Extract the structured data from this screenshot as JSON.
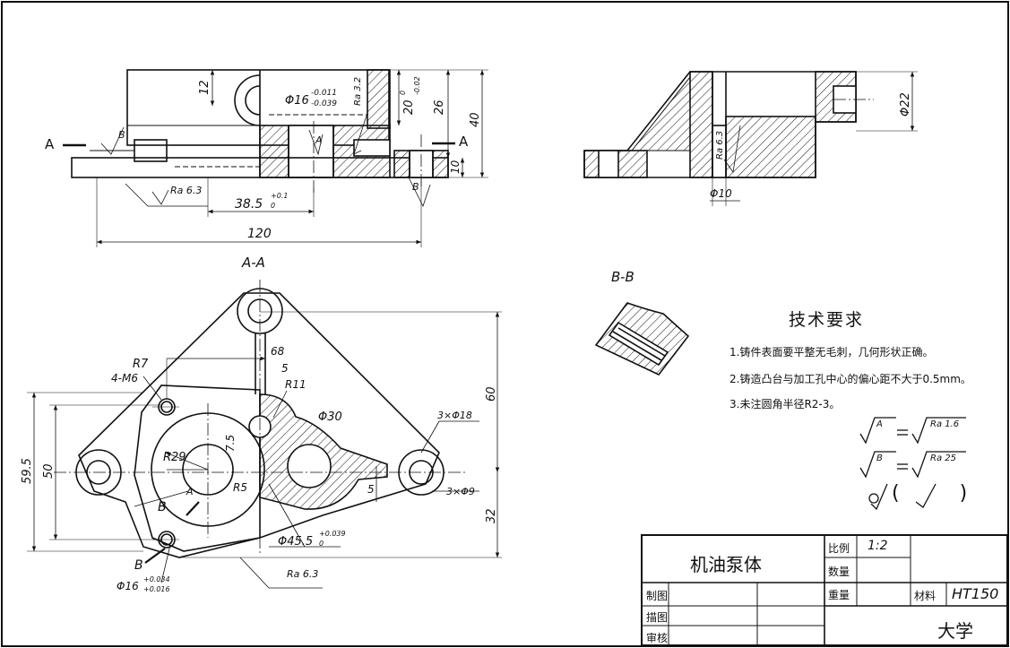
{
  "title_block": {
    "part_name": "机油泵体",
    "scale_label": "比例",
    "scale_value": "1:2",
    "quantity_label": "数量",
    "weight_label": "重量",
    "material_label": "材料",
    "material_value": "HT150",
    "drawn_label": "制图",
    "traced_label": "描图",
    "checked_label": "审核",
    "org": "大学"
  },
  "tech_requirements": {
    "title": "技术要求",
    "items": [
      "1.铸件表面要平整无毛刺，几何形状正确。",
      "2.铸造凸台与加工孔中心的偏心距不大于0.5mm。",
      "3.未注圆角半径R2-3。"
    ],
    "roughness_equivalents": [
      {
        "symbol": "A",
        "value": "Ra 1.6"
      },
      {
        "symbol": "B",
        "value": "Ra 25"
      }
    ],
    "roughness_other": "( )"
  },
  "views": {
    "front": {
      "section_marks": [
        "A",
        "A",
        "B"
      ],
      "dims": {
        "d12": "12",
        "d16": "Φ16",
        "d16_tol_up": "-0.011",
        "d16_tol_lo": "-0.039",
        "ra32": "Ra 3.2",
        "d20": "20",
        "d20_tol_up": "0",
        "d20_tol_lo": "-0.02",
        "d26": "26",
        "d40": "40",
        "d10": "10",
        "d38": "38.5",
        "d38_tol_up": "+0.1",
        "d38_tol_lo": "0",
        "d120": "120",
        "ra63": "Ra 6.3",
        "roughness_b": "B",
        "roughness_a": "A"
      }
    },
    "side": {
      "dims": {
        "d22": "Φ22",
        "d10": "Φ10",
        "ra63": "Ra 6.3"
      }
    },
    "section_bb": {
      "label": "B-B"
    },
    "section_aa": {
      "label": "A-A",
      "dims": {
        "r7": "R7",
        "m6": "4-M6",
        "d68": "68",
        "d5": "5",
        "r11": "R11",
        "d30": "Φ30",
        "d18": "3×Φ18",
        "d9": "3×Φ9",
        "d60": "60",
        "d59": "59.5",
        "d50": "50",
        "d32": "32",
        "r29": "R29",
        "d75": "7.5",
        "r5": "R5",
        "d45": "Φ45.5",
        "d45_tol_up": "+0.039",
        "d45_tol_lo": "0",
        "d16b": "Φ16",
        "d16b_tol_up": "+0.034",
        "d16b_tol_lo": "+0.016",
        "d5b": "5",
        "ra63": "Ra 6.3",
        "mark_b": "B",
        "mark_b2": "B",
        "mark_a": "A"
      }
    }
  }
}
